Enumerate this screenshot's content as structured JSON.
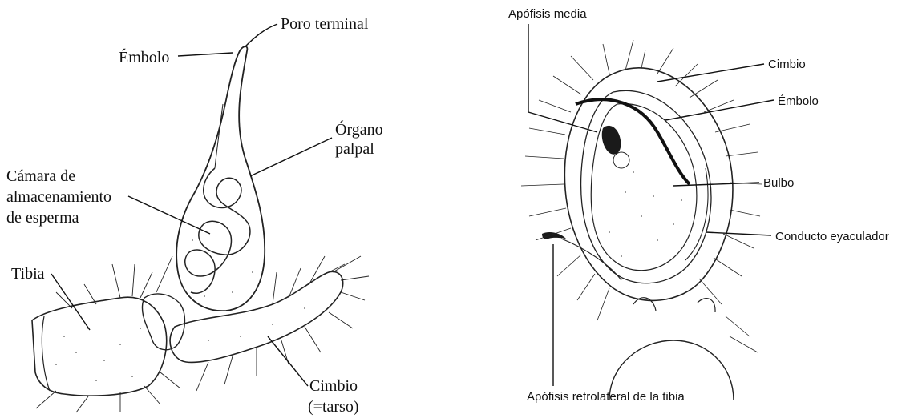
{
  "left_panel": {
    "labels": {
      "poro_terminal": "Poro terminal",
      "embolo": "Émbolo",
      "organo_1": "Órgano",
      "organo_2": "palpal",
      "camara_1": "Cámara de",
      "camara_2": "almacenamiento",
      "camara_3": "de esperma",
      "tibia": "Tibia",
      "cimbio_1": "Cimbio",
      "cimbio_2": "(=tarso)"
    }
  },
  "right_panel": {
    "labels": {
      "apofisis_media": "Apófisis media",
      "cimbio": "Cimbio",
      "embolo": "Émbolo",
      "bulbo": "Bulbo",
      "conducto": "Conducto eyaculador",
      "apofisis_retrolateral": "Apófisis retrolateral de la tibia"
    }
  },
  "colors": {
    "ink": "#111111",
    "background": "#ffffff"
  }
}
